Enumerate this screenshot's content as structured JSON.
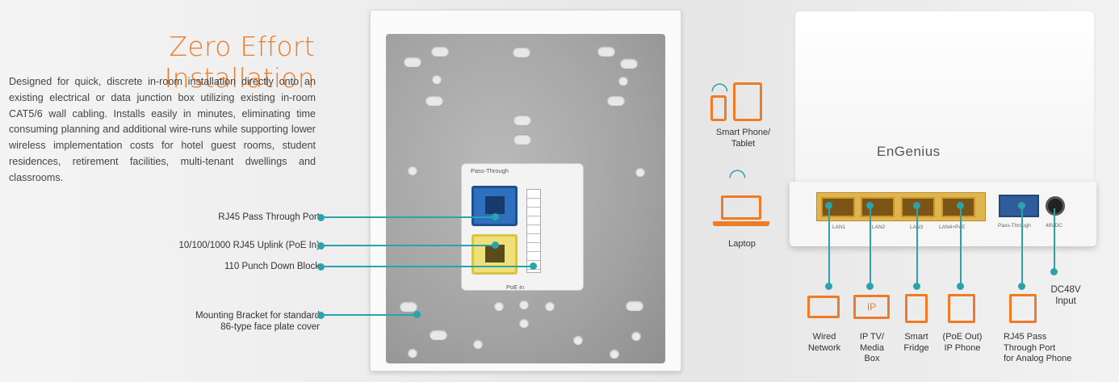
{
  "heading": "Zero Effort Installation",
  "description": "Designed for quick, discrete in-room installation directly onto an existing electrical or data junction box utilizing existing in-room CAT5/6 wall cabling. Installs easily in minutes, eliminating time consuming planning and additional wire-runs while supporting lower wireless implementation costs for hotel guest rooms, student residences, retirement facilities, multi-tenant dwellings and classrooms.",
  "callouts": [
    {
      "label": "RJ45 Pass Through Port"
    },
    {
      "label": "10/100/1000 RJ45 Uplink (PoE In)"
    },
    {
      "label": "110 Punch Down Block"
    },
    {
      "label": "Mounting Bracket for standard\n86-type face plate cover"
    }
  ],
  "back_panel": {
    "pass_through_label": "Pass-Through",
    "poe_in_label": "PoE in"
  },
  "device": {
    "brand": "EnGenius",
    "ports": [
      "LAN1",
      "LAN2",
      "LAN3",
      "LAN4+PoE",
      "Pass-Through",
      "48VDC"
    ]
  },
  "clients": [
    {
      "label": "Smart Phone/\nTablet",
      "icon": "smartphone-tablet-icon"
    },
    {
      "label": "Laptop",
      "icon": "laptop-icon"
    }
  ],
  "connections": [
    {
      "label": "Wired\nNetwork",
      "icon": "desktop-computer-icon"
    },
    {
      "label": "IP TV/\nMedia\nBox",
      "icon": "ip-tv-icon",
      "icon_text": "IP"
    },
    {
      "label": "Smart\nFridge",
      "icon": "fridge-icon"
    },
    {
      "label": "(PoE Out)\nIP Phone",
      "icon": "ip-phone-icon"
    },
    {
      "label": "RJ45 Pass\nThrough Port\nfor Analog Phone",
      "icon": "analog-phone-icon"
    },
    {
      "label": "DC48V\nInput",
      "icon": "power-icon"
    }
  ],
  "colors": {
    "accent": "#f07b26",
    "teal": "#2aa3aa"
  }
}
